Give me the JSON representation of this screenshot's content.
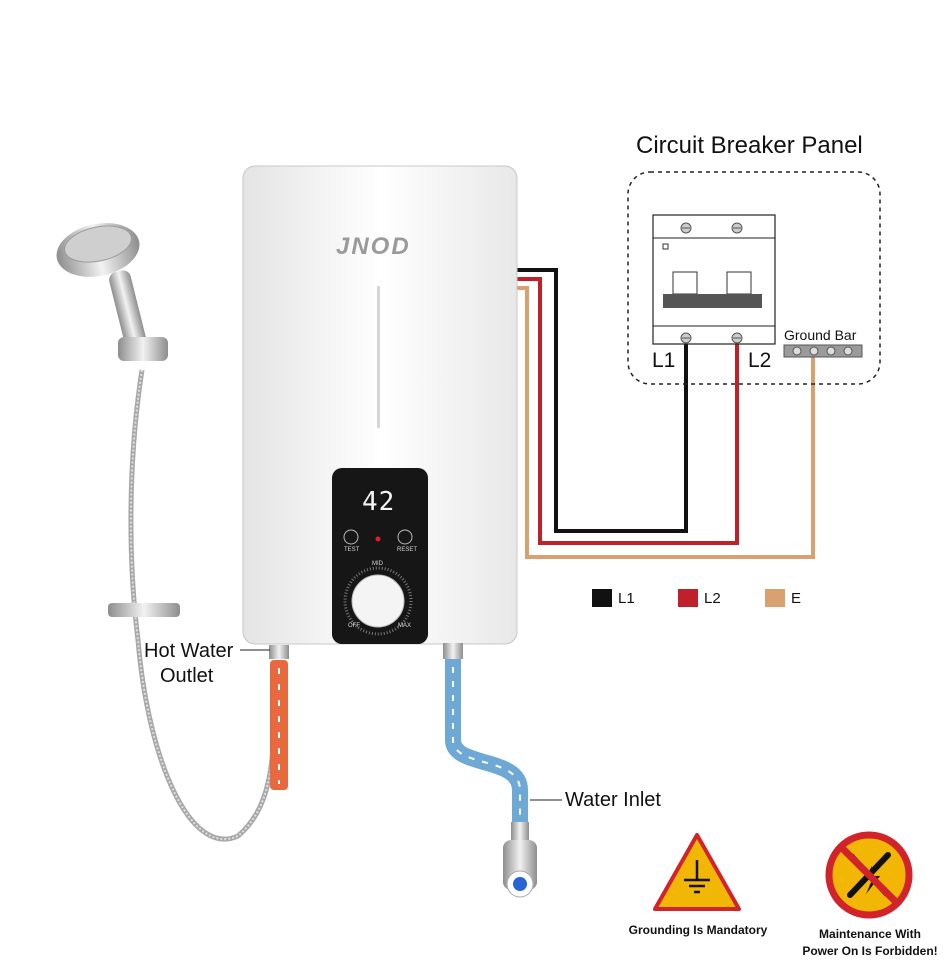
{
  "panel": {
    "title": "Circuit Breaker Panel",
    "ground_bar": "Ground Bar",
    "l1": "L1",
    "l2": "L2"
  },
  "heater": {
    "brand": "JNOD",
    "display_value": "42",
    "test_label": "TEST",
    "reset_label": "RESET",
    "knob_mid": "MID",
    "knob_off": "OFF",
    "knob_max": "MAX"
  },
  "labels": {
    "hot_water_line1": "Hot Water",
    "hot_water_line2": "Outlet",
    "water_inlet": "Water Inlet"
  },
  "legend": [
    {
      "label": "L1",
      "color": "#111111"
    },
    {
      "label": "L2",
      "color": "#c0202a"
    },
    {
      "label": "E",
      "color": "#d9a070"
    }
  ],
  "warnings": {
    "grounding": "Grounding Is Mandatory",
    "maintenance_line1": "Maintenance With",
    "maintenance_line2": "Power On Is Forbidden!"
  },
  "colors": {
    "wire_l1": "#111111",
    "wire_l2": "#c0202a",
    "wire_e": "#d9a070",
    "hot_pipe": "#e8693e",
    "cold_pipe": "#6ea8d4",
    "warning_yellow": "#f2b705",
    "warning_red": "#d2232a"
  },
  "icons": [
    "shower-head-icon",
    "ground-symbol-icon",
    "no-tools-icon",
    "valve-icon"
  ]
}
